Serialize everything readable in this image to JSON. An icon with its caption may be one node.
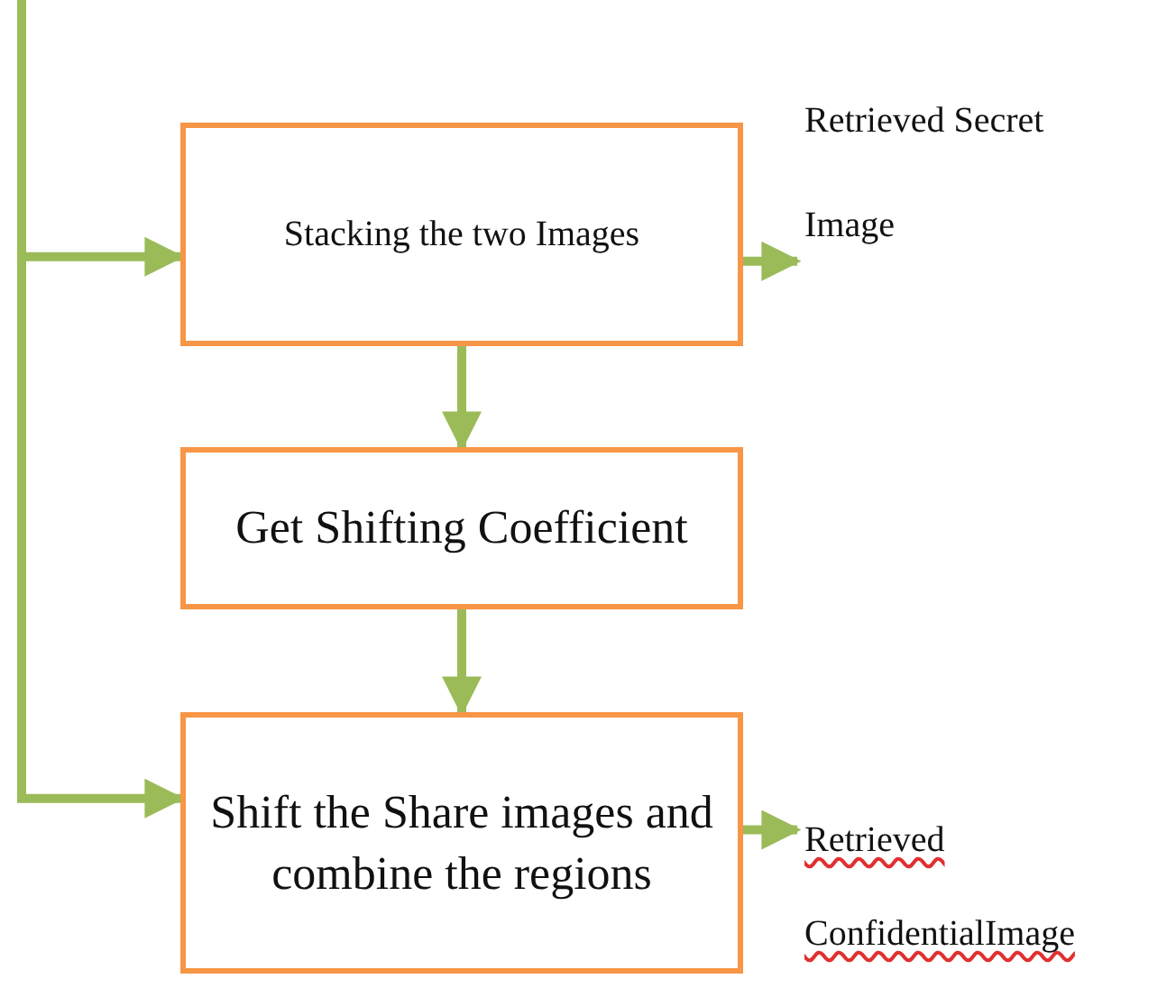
{
  "diagram": {
    "nodes": [
      {
        "text": [
          "Stacking the two Images"
        ]
      },
      {
        "text": [
          "Get Shifting Coefficient"
        ]
      },
      {
        "text": [
          "Shift the Share images and combine the regions"
        ]
      },
      {
        "text": [
          "Retrieved Secret Image"
        ]
      },
      {
        "text": [
          "Retrieved ConfidentialImage"
        ]
      }
    ],
    "edges": [
      {
        "from": null,
        "to": 0,
        "arrow": "to"
      },
      {
        "from": 0,
        "to": 1,
        "arrow": "to"
      },
      {
        "from": 1,
        "to": 2,
        "arrow": "to"
      },
      {
        "from": null,
        "to": 2,
        "arrow": "to"
      },
      {
        "from": 0,
        "to": 3,
        "arrow": "to"
      },
      {
        "from": 2,
        "to": 4,
        "arrow": "to"
      }
    ]
  }
}
